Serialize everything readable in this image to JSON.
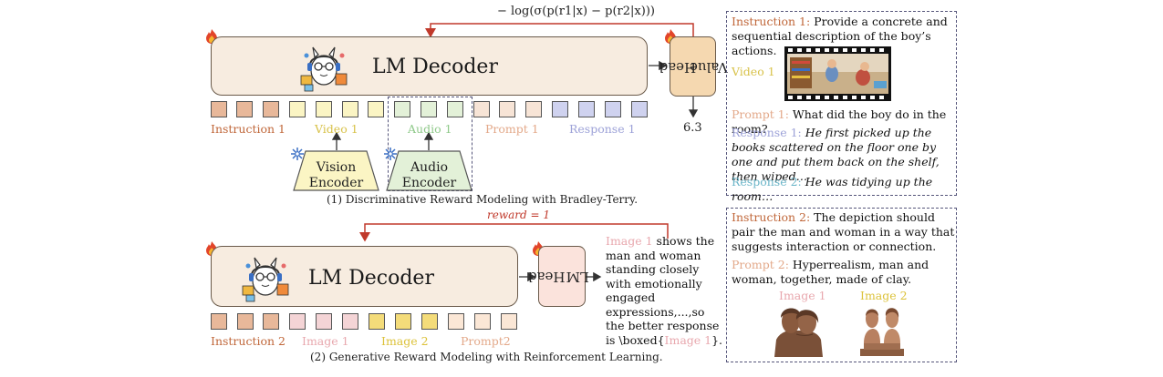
{
  "colors": {
    "instruction": "#e8b89a",
    "video": "#fbf5c4",
    "audio": "#e3f1d8",
    "prompt": "#f7e4d6",
    "response": "#cfd2ef",
    "image1": "#f4d4d6",
    "image2": "#f4dc7a",
    "prompt2": "#fbe7d6",
    "label_instruction": "#c0673a",
    "label_video": "#d8c24a",
    "label_audio": "#8fc98a",
    "label_prompt": "#e3a98a",
    "label_response": "#9da2d8",
    "label_image1": "#e8a8ae",
    "label_image2": "#dcc23a",
    "label_response2": "#6cb6c9",
    "reward": "#c0392b"
  },
  "top": {
    "loss_formula": "− log(σ(p(r1|x) − p(r2|x)))",
    "decoder_label": "LM Decoder",
    "value_head": [
      "Value",
      "Head"
    ],
    "score": "6.3",
    "token_labels": {
      "instruction": "Instruction 1",
      "video": "Video 1",
      "audio": "Audio 1",
      "prompt": "Prompt 1",
      "response": "Response 1"
    },
    "vision_encoder": [
      "Vision",
      "Encoder"
    ],
    "audio_encoder": [
      "Audio",
      "Encoder"
    ],
    "caption": "(1) Discriminative Reward Modeling with Bradley-Terry."
  },
  "bottom": {
    "reward_label": "reward = 1",
    "decoder_label": "LM Decoder",
    "lm_head": [
      "LM",
      "Head"
    ],
    "output_prefix": "Image 1",
    "output_text": " shows the man and woman standing closely with emotionally engaged expressions,...,so the better response is \\boxed{",
    "output_boxed": "Image 1",
    "output_suffix": "}.",
    "token_labels": {
      "instruction": "Instruction 2",
      "image1": "Image 1",
      "image2": "Image 2",
      "prompt": "Prompt2"
    },
    "caption": "(2) Generative Reward Modeling with Reinforcement Learning."
  },
  "right_top": {
    "instruction_label": "Instruction 1:",
    "instruction_text": " Provide a concrete and sequential description of the boy’s actions.",
    "video_label": "Video 1",
    "prompt_label": "Prompt 1:",
    "prompt_text": " What did the boy do in the room?",
    "response1_label": "Response 1:",
    "response1_text": " He first picked up the books scattered on the floor one by one and put them back on the shelf, then wiped…",
    "response2_label": "Response 2:",
    "response2_text": " He was tidying up the room…"
  },
  "right_bottom": {
    "instruction_label": "Instruction 2:",
    "instruction_text": " The depiction should pair the man and woman in a way that suggests interaction or connection.",
    "prompt_label": "Prompt 2:",
    "prompt_text": " Hyperrealism, man and woman, together, made of clay.",
    "image1_label": "Image 1",
    "image2_label": "Image 2"
  }
}
